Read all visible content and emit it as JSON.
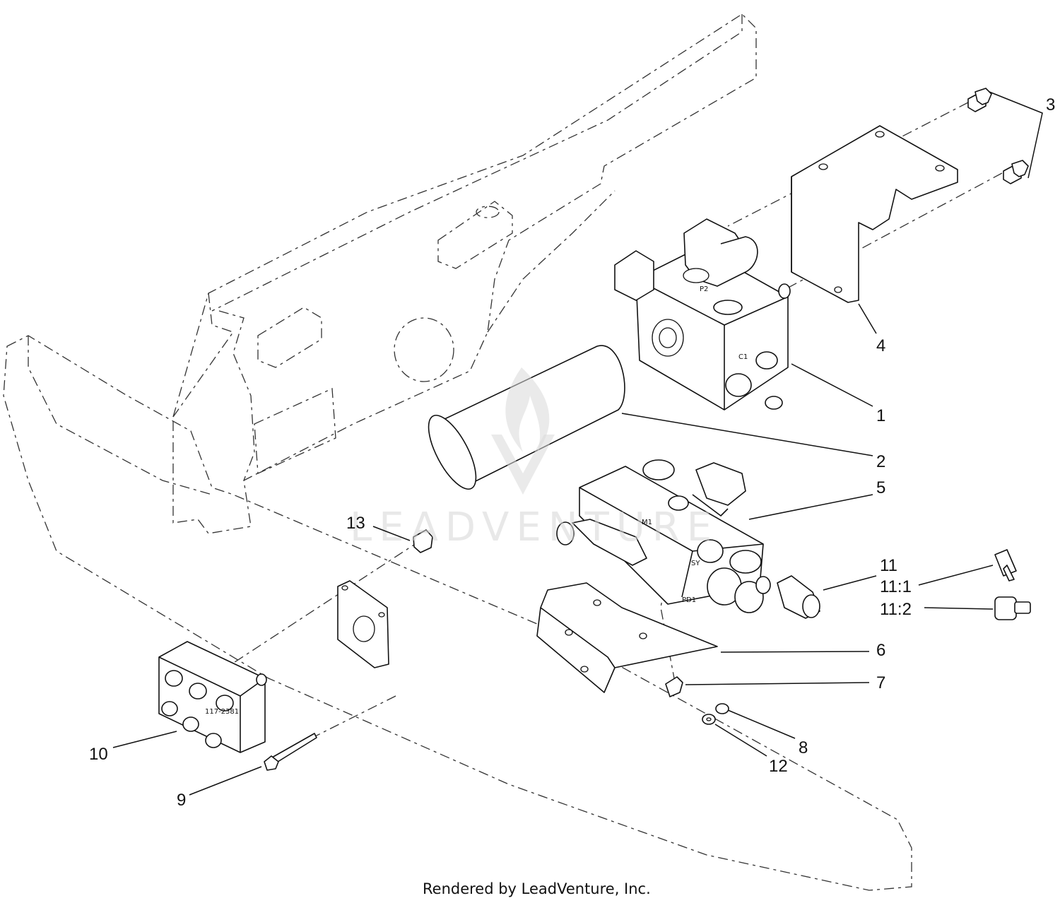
{
  "callouts": [
    {
      "id": "c1",
      "label": "1"
    },
    {
      "id": "c2",
      "label": "2"
    },
    {
      "id": "c3",
      "label": "3"
    },
    {
      "id": "c4",
      "label": "4"
    },
    {
      "id": "c5",
      "label": "5"
    },
    {
      "id": "c6",
      "label": "6"
    },
    {
      "id": "c7",
      "label": "7"
    },
    {
      "id": "c8",
      "label": "8"
    },
    {
      "id": "c9",
      "label": "9"
    },
    {
      "id": "c10",
      "label": "10"
    },
    {
      "id": "c11",
      "label": "11"
    },
    {
      "id": "c11_1",
      "label": "11:1"
    },
    {
      "id": "c11_2",
      "label": "11:2"
    },
    {
      "id": "c12",
      "label": "12"
    },
    {
      "id": "c13",
      "label": "13"
    }
  ],
  "part_markings": {
    "valve_upper_port": "P2",
    "valve_upper_side": "C1",
    "valve_lower_m1": "M1",
    "valve_lower_pd1": "PD1",
    "valve_lower_sy": "SY",
    "manifold_part_no": "117-2381"
  },
  "watermark": {
    "text": "LEADVENTURE"
  },
  "footer": {
    "credit": "Rendered by LeadVenture, Inc."
  },
  "colors": {
    "line": "#111111",
    "watermark": "#d6d6d6",
    "background": "#ffffff"
  }
}
